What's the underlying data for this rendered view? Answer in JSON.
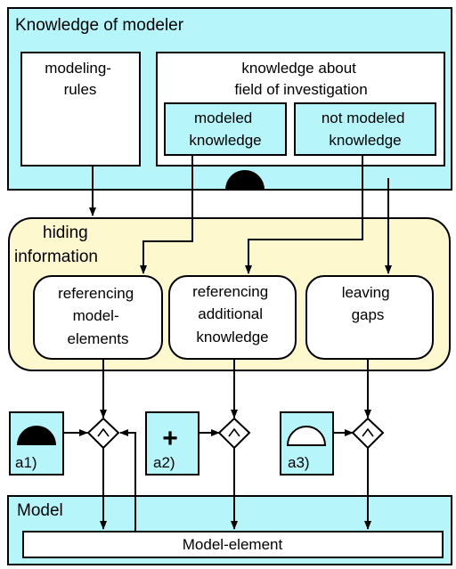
{
  "knowledge_panel": {
    "title": "Knowledge of modeler",
    "modeling_rules": [
      "modeling-",
      "rules"
    ],
    "field_box": [
      "knowledge about",
      "field of investigation"
    ],
    "modeled_knowledge": [
      "modeled",
      "knowledge"
    ],
    "not_modeled_knowledge": [
      "not modeled",
      "knowledge"
    ]
  },
  "hiding_panel": {
    "title": [
      "hiding",
      "information"
    ],
    "referencing_model_elements": [
      "referencing",
      "model-",
      "elements"
    ],
    "referencing_additional_knowledge": [
      "referencing",
      "additional",
      "knowledge"
    ],
    "leaving_gaps": [
      "leaving",
      "gaps"
    ]
  },
  "icons": {
    "a1": {
      "label": "a1)",
      "icon": "filled-half-disc-icon"
    },
    "a2": {
      "label": "a2)",
      "icon": "plus-icon",
      "glyph": "+"
    },
    "a3": {
      "label": "a3)",
      "icon": "outlined-half-disc-icon"
    }
  },
  "model_panel": {
    "title": "Model",
    "element": "Model-element"
  },
  "colors": {
    "cyan": "#b6f6fa",
    "cream": "#fdf8cd",
    "line": "#000000",
    "white": "#ffffff"
  }
}
